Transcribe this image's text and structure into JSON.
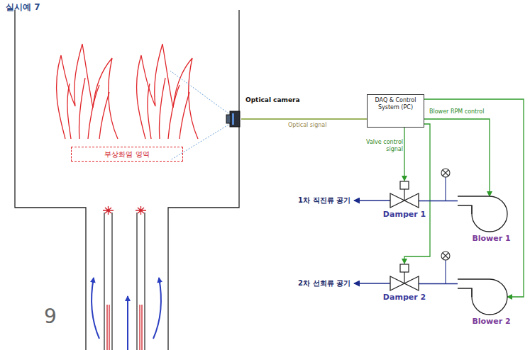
{
  "diagram": {
    "title": "실시예 7",
    "nodes": [
      {
        "text": [
          "부상화염 영역"
        ]
      },
      {
        "text": [
          "Optical camera"
        ]
      },
      {
        "text": [
          "DAQ & Control System (PC)"
        ]
      },
      {
        "text": [
          "Damper 1"
        ]
      },
      {
        "text": [
          "Blower 1"
        ]
      },
      {
        "text": [
          "Damper 2"
        ]
      },
      {
        "text": [
          "Blower 2"
        ]
      }
    ],
    "edges": [
      {
        "from": 1,
        "to": 2,
        "arrow": "none",
        "label": "Optical signal"
      },
      {
        "from": 2,
        "to": 3,
        "arrow": "to",
        "label": "Valve control signal"
      },
      {
        "from": 2,
        "to": 4,
        "arrow": "to",
        "label": "Blower RPM control"
      },
      {
        "from": 2,
        "to": 5,
        "arrow": "to"
      },
      {
        "from": 2,
        "to": 6,
        "arrow": "to"
      },
      {
        "from": 4,
        "to": 3,
        "arrow": "none"
      },
      {
        "from": 6,
        "to": 5,
        "arrow": "none"
      }
    ],
    "labels": [
      "1차 직진류 공기",
      "2차 선회류 공기",
      "9"
    ]
  }
}
